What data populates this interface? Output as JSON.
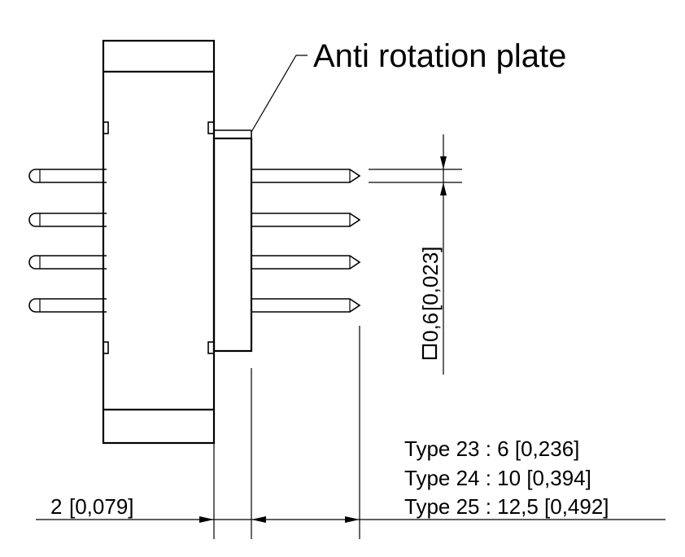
{
  "callout": {
    "label": "Anti rotation plate"
  },
  "pin_dimension": {
    "value": "0,6",
    "inch": "[0,023]"
  },
  "offset_dimension": {
    "value": "2",
    "inch": "[0,079]"
  },
  "types": [
    {
      "text": "Type 23 : 6 [0,236]"
    },
    {
      "text": "Type 24 : 10 [0,394]"
    },
    {
      "text": "Type 25 : 12,5 [0,492]"
    }
  ]
}
